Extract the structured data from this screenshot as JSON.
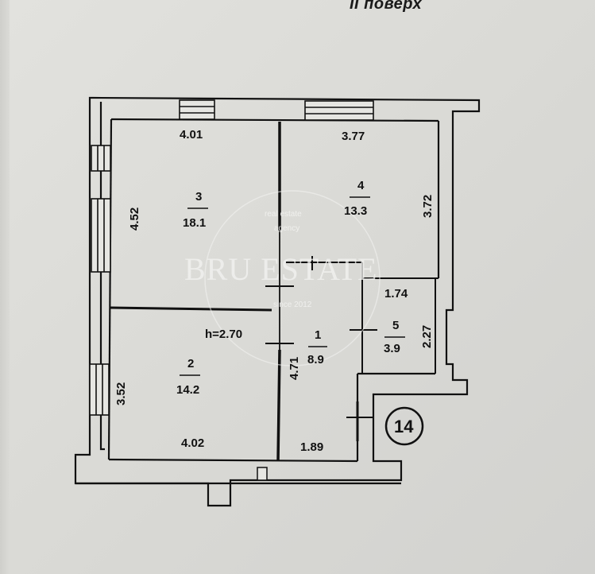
{
  "floor_label": "ІІ поверх",
  "ceiling_height": "h=2.70",
  "rooms": [
    {
      "number": "1",
      "area": "8.9"
    },
    {
      "number": "2",
      "area": "14.2"
    },
    {
      "number": "3",
      "area": "18.1"
    },
    {
      "number": "4",
      "area": "13.3"
    },
    {
      "number": "5",
      "area": "3.9"
    }
  ],
  "dimensions": {
    "room3_top": "4.01",
    "room3_left": "4.52",
    "room4_top": "3.77",
    "room4_right": "3.72",
    "room5_top": "1.74",
    "room5_right": "2.27",
    "room1_side": "4.71",
    "room1_bottom": "1.89",
    "room2_left": "3.52",
    "room2_bottom": "4.02"
  },
  "unit_number": "14",
  "watermark": {
    "line1": "real estate",
    "line2": "agency",
    "brand": "BRU ESTATE",
    "since": "since 2012"
  }
}
